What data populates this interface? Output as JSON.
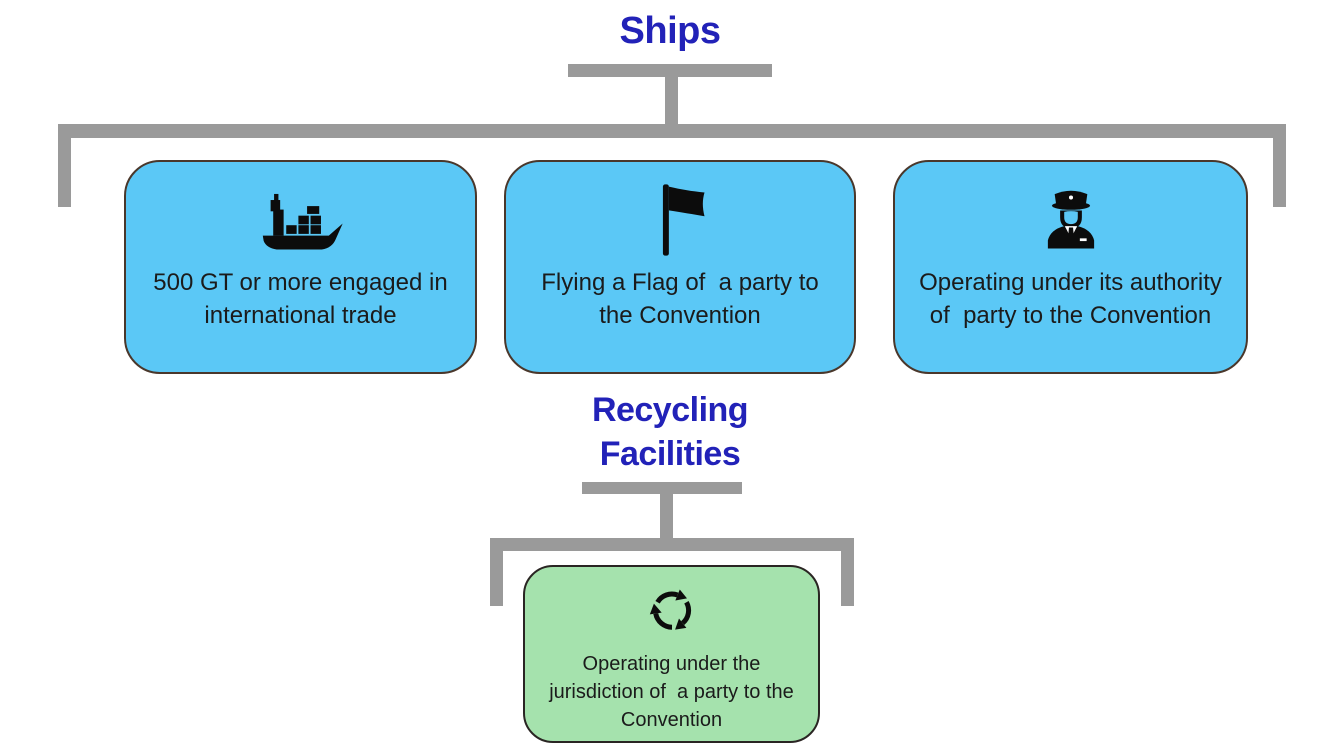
{
  "colors": {
    "title_blue": "#2222b8",
    "connector_gray": "#9a9a9a",
    "ship_box_fill": "#5bc8f6",
    "ship_box_border": "#4a372b",
    "facility_box_fill": "#a5e2ad",
    "facility_box_border": "#2a2523",
    "icon_color": "#0c0c0c",
    "box_text_color": "#1b1b1b"
  },
  "ships_section": {
    "title": "Ships",
    "boxes": [
      {
        "icon": "cargo-ship-icon",
        "text": "500 GT or more engaged in\ninternational trade"
      },
      {
        "icon": "flag-icon",
        "text": "Flying a Flag of  a party to\nthe Convention"
      },
      {
        "icon": "ship-captain-icon",
        "text": "Operating under its authority\nof  party to the Convention"
      }
    ]
  },
  "recycling_section": {
    "title": "Recycling\nFacilities",
    "boxes": [
      {
        "icon": "recycle-icon",
        "text": "Operating under the\njurisdiction of  a party to the\nConvention"
      }
    ]
  }
}
